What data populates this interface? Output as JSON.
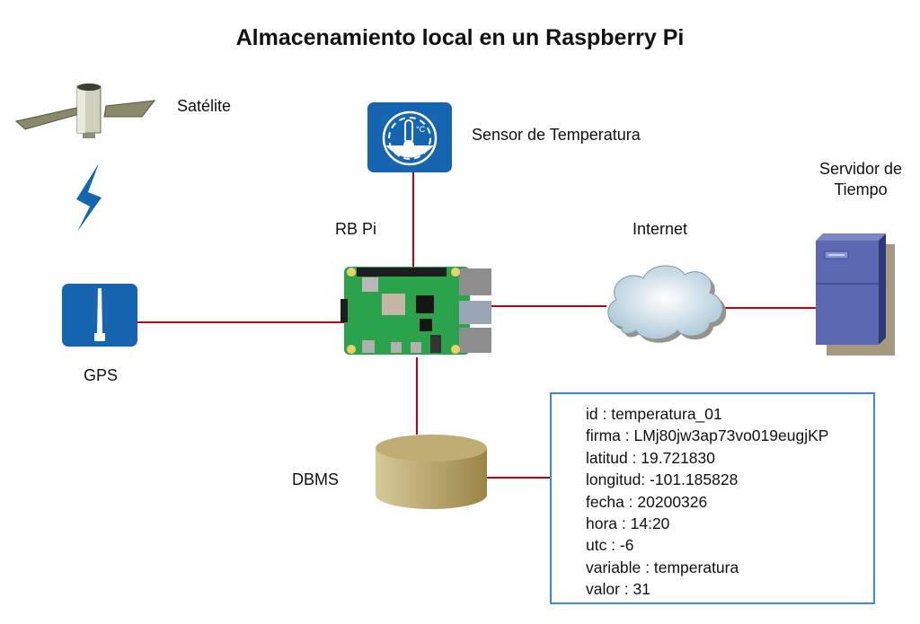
{
  "title": "Almacenamiento local en un Raspberry Pi",
  "nodes": {
    "satellite": {
      "label": "Satélite",
      "icon": "satellite-icon"
    },
    "wireless": {
      "icon": "lightning-bolt-icon"
    },
    "gps": {
      "label": "GPS",
      "icon": "gps-antenna-icon"
    },
    "sensor": {
      "label": "Sensor de Temperatura",
      "icon": "thermometer-gauge-icon"
    },
    "rpi": {
      "label": "RB Pi",
      "icon": "raspberry-pi-board-icon"
    },
    "internet": {
      "label": "Internet",
      "icon": "cloud-icon"
    },
    "time_server": {
      "label_line1": "Servidor de",
      "label_line2": "Tiempo",
      "icon": "server-tower-icon"
    },
    "dbms": {
      "label": "DBMS",
      "icon": "database-cylinder-icon"
    }
  },
  "record": [
    "id : temperatura_01",
    "firma : LMj80jw3ap73vo019eugjKP",
    "latitud : 19.721830",
    "longitud: -101.185828",
    "fecha : 20200326",
    "hora : 14:20",
    "utc : -6",
    "variable : temperatura",
    "valor : 31"
  ],
  "colors": {
    "connector": "#c4000c",
    "icon_blue": "#1565b0",
    "box_border": "#3a86e0"
  }
}
